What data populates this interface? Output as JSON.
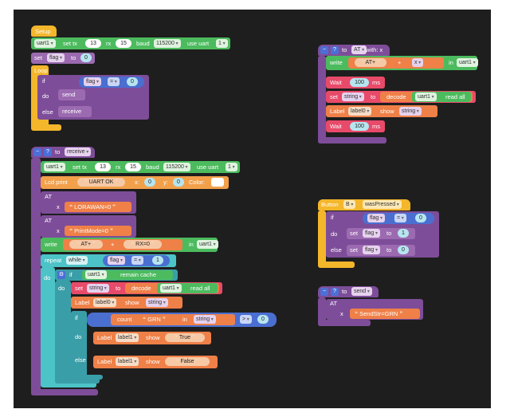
{
  "setup": {
    "hat": "Setup",
    "uart_init": {
      "port": "uart1",
      "set_tx": "set tx",
      "tx": "13",
      "rx_label": "rx",
      "rx": "15",
      "baud_label": "baud",
      "baud": "115200",
      "use_uart": "use uart",
      "uart_num": "1"
    },
    "set_flag": {
      "set": "set",
      "var": "flag",
      "to": "to",
      "value": "0"
    },
    "loop": "Loop",
    "if": "if",
    "cond": {
      "var": "flag",
      "op": "=",
      "value": "0"
    },
    "do": "do",
    "send": "send",
    "else": "else",
    "receive": "receive"
  },
  "at_fn": {
    "to": "to",
    "name": "AT",
    "with": "with: x",
    "write": "write",
    "at_str": "AT+",
    "plus": "+",
    "x": "x",
    "in": "in",
    "uart": "uart1",
    "wait": "Wait",
    "wait_val": "100",
    "ms": "ms",
    "set": "set",
    "string": "string",
    "to2": "to",
    "decode": "decode",
    "read_all": "read all",
    "label_kw": "Label",
    "label0": "label0",
    "show": "show",
    "wait2_val": "100"
  },
  "receive_fn": {
    "to": "to",
    "name": "receive",
    "uart_init": {
      "port": "uart1",
      "set_tx": "set tx",
      "tx": "13",
      "rx_label": "rx",
      "rx": "15",
      "baud_label": "baud",
      "baud": "115200",
      "use_uart": "use uart",
      "uart_num": "1"
    },
    "lcd": {
      "label": "Lcd print",
      "text": "UART OK",
      "x_label": "x:",
      "x": "0",
      "y_label": "y:",
      "y": "0",
      "color_label": "Color:"
    },
    "at1": {
      "call": "AT",
      "x": "x",
      "arg": "LORAWAN=0"
    },
    "at2": {
      "call": "AT",
      "x": "x",
      "arg": "PrintMode=0"
    },
    "write": {
      "label": "write",
      "s1": "AT+",
      "plus": "+",
      "s2": "RX=0",
      "in": "in",
      "uart": "uart1"
    },
    "repeat": {
      "label": "repeat",
      "mode": "while",
      "var": "flag",
      "op": "=",
      "value": "1"
    },
    "do": "do",
    "if": "if",
    "remain": {
      "uart": "uart1",
      "text": "remain cache"
    },
    "set_string": {
      "set": "set",
      "var": "string",
      "to": "to",
      "decode": "decode",
      "uart": "uart1",
      "read_all": "read all"
    },
    "label_show": {
      "label": "Label",
      "name": "label0",
      "show": "show",
      "var": "string"
    },
    "inner_if": {
      "if": "if",
      "count": "count",
      "str": "GRN",
      "in": "in",
      "var": "string",
      "op": ">",
      "value": "0"
    },
    "do_label": {
      "label": "Label",
      "name": "label1",
      "show": "show",
      "value": "True"
    },
    "else": "else",
    "else_label": {
      "label": "Label",
      "name": "label1",
      "show": "show",
      "value": "False"
    }
  },
  "button": {
    "label": "Button",
    "btn": "B",
    "event": "wasPressed",
    "if": "if",
    "cond": {
      "var": "flag",
      "op": "=",
      "value": "0"
    },
    "do": "do",
    "do_set": {
      "set": "set",
      "var": "flag",
      "to": "to",
      "value": "1"
    },
    "else": "else",
    "else_set": {
      "set": "set",
      "var": "flag",
      "to": "to",
      "value": "0"
    }
  },
  "send_fn": {
    "to": "to",
    "name": "send",
    "call": "AT",
    "x": "x",
    "arg": "SendStr=GRN"
  },
  "icons": {
    "collapse": "minus-icon",
    "help": "question-icon"
  }
}
